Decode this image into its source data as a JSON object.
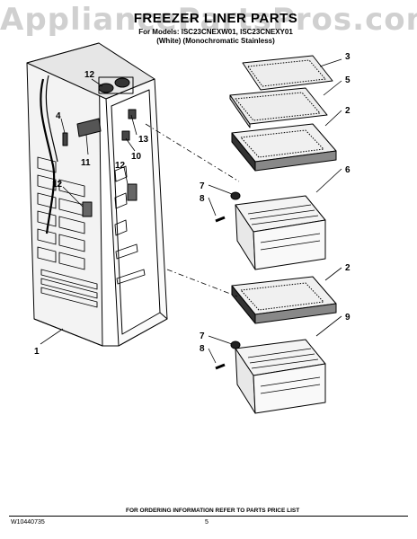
{
  "watermark": "AppliancePartsPros.com",
  "header": {
    "title": "FREEZER LINER PARTS",
    "models_line": "For Models: ISC23CNEXW01, ISC23CNEXY01",
    "variants_line": "(White)   (Monochromatic Stainless)"
  },
  "callouts": [
    {
      "id": "c1",
      "text": "1"
    },
    {
      "id": "c2a",
      "text": "2"
    },
    {
      "id": "c2b",
      "text": "2"
    },
    {
      "id": "c3",
      "text": "3"
    },
    {
      "id": "c4",
      "text": "4"
    },
    {
      "id": "c5",
      "text": "5"
    },
    {
      "id": "c6",
      "text": "6"
    },
    {
      "id": "c7a",
      "text": "7"
    },
    {
      "id": "c7b",
      "text": "7"
    },
    {
      "id": "c8a",
      "text": "8"
    },
    {
      "id": "c8b",
      "text": "8"
    },
    {
      "id": "c9",
      "text": "9"
    },
    {
      "id": "c10",
      "text": "10"
    },
    {
      "id": "c11",
      "text": "11"
    },
    {
      "id": "c12a",
      "text": "12"
    },
    {
      "id": "c12b",
      "text": "12"
    },
    {
      "id": "c12c",
      "text": "12"
    },
    {
      "id": "c13",
      "text": "13"
    }
  ],
  "footer": {
    "order_note": "FOR ORDERING INFORMATION REFER TO PARTS PRICE LIST",
    "doc_number": "W10440735",
    "page_number": "5"
  }
}
